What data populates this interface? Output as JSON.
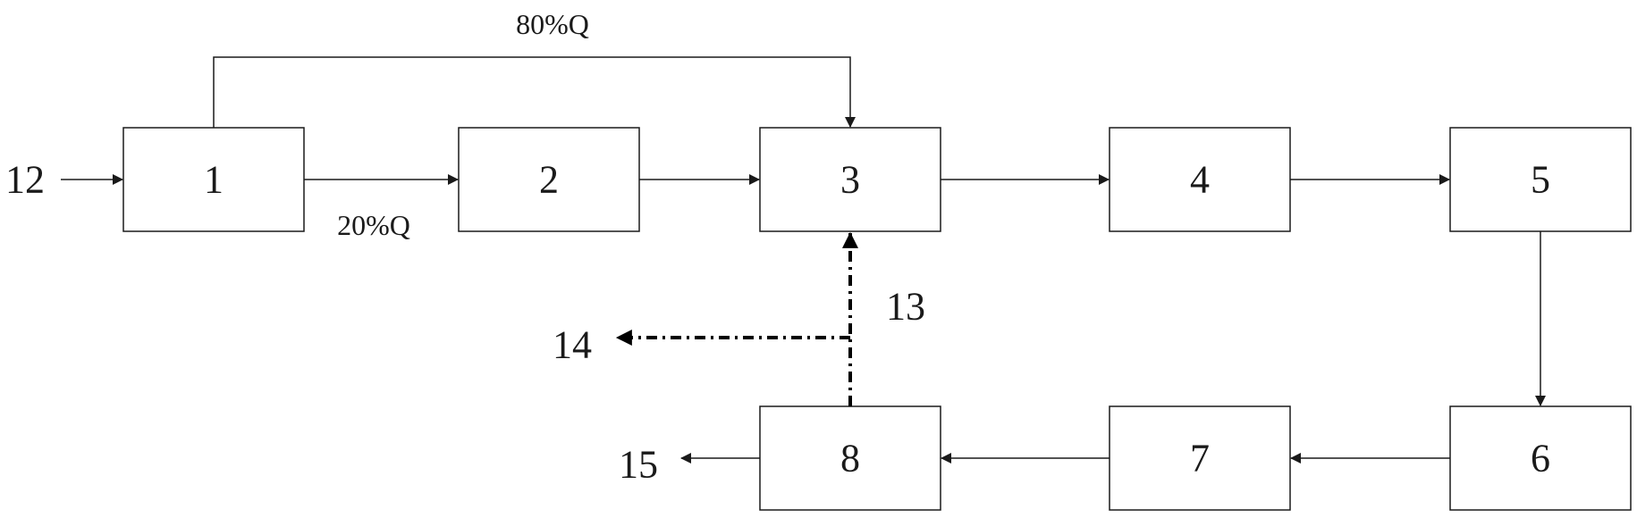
{
  "boxes": {
    "b1": "1",
    "b2": "2",
    "b3": "3",
    "b4": "4",
    "b5": "5",
    "b6": "6",
    "b7": "7",
    "b8": "8"
  },
  "streams": {
    "inlet": "12",
    "return": "13",
    "outlet_dashed": "14",
    "outlet": "15"
  },
  "flow_labels": {
    "bypass": "80%Q",
    "main": "20%Q"
  }
}
